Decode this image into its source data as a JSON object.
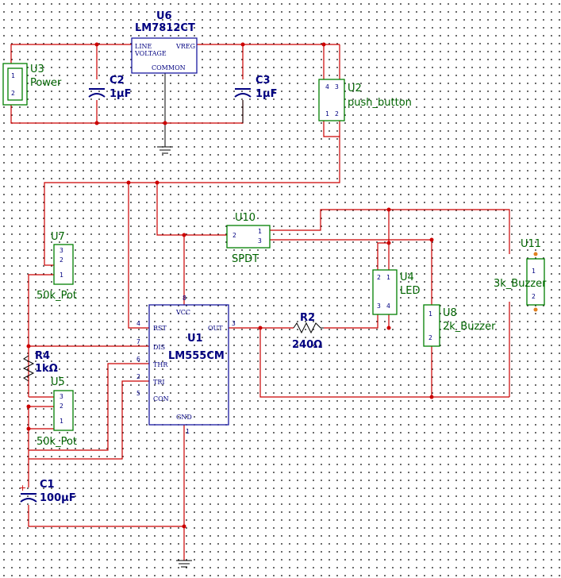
{
  "colors": {
    "wire": "#cc0000",
    "component": "#008000",
    "ic_label": "#000080",
    "ground": "#000000"
  },
  "components": {
    "u6": {
      "ref": "U6",
      "name": "LM7812CT",
      "pin_line": "LINE",
      "pin_voltage": "VOLTAGE",
      "pin_vreg": "VREG",
      "pin_common": "COMMON"
    },
    "u3": {
      "ref": "U3",
      "name": "Power",
      "pin1": "1",
      "pin2": "2"
    },
    "c2": {
      "ref": "C2",
      "value": "1µF"
    },
    "c3": {
      "ref": "C3",
      "value": "1µF"
    },
    "u2": {
      "ref": "U2",
      "name": "push_button",
      "pin1": "1",
      "pin2": "2",
      "pin3": "3",
      "pin4": "4"
    },
    "u7": {
      "ref": "U7",
      "name": "50k_Pot",
      "pin1": "1",
      "pin2": "2",
      "pin3": "3"
    },
    "r4": {
      "ref": "R4",
      "value": "1kΩ"
    },
    "u5": {
      "ref": "U5",
      "name": "50k_Pot",
      "pin1": "1",
      "pin2": "2",
      "pin3": "3"
    },
    "c1": {
      "ref": "C1",
      "value": "100µF",
      "polarity": "+"
    },
    "u10": {
      "ref": "U10",
      "name": "SPDT",
      "pin1": "1",
      "pin2": "2",
      "pin3": "3"
    },
    "u1": {
      "ref": "U1",
      "name": "LM555CM",
      "pin_vcc": "VCC",
      "pin_rst": "RST",
      "pin_dis": "DIS",
      "pin_thr": "THR",
      "pin_tri": "TRI",
      "pin_con": "CON",
      "pin_out": "OUT",
      "pin_gnd": "GND",
      "n_vcc": "8",
      "n_rst": "4",
      "n_dis": "7",
      "n_thr": "6",
      "n_tri": "2",
      "n_con": "5",
      "n_out": "3",
      "n_gnd": "1"
    },
    "r2": {
      "ref": "R2",
      "value": "240Ω"
    },
    "u4": {
      "ref": "U4",
      "name": "LED",
      "pin1": "1",
      "pin2": "2",
      "pin3": "3",
      "pin4": "4"
    },
    "u8": {
      "ref": "U8",
      "name": "2k_Buzzer",
      "pin1": "1",
      "pin2": "2"
    },
    "u11": {
      "ref": "U11",
      "name": "3k_Buzzer",
      "pin1": "1",
      "pin2": "2"
    }
  }
}
